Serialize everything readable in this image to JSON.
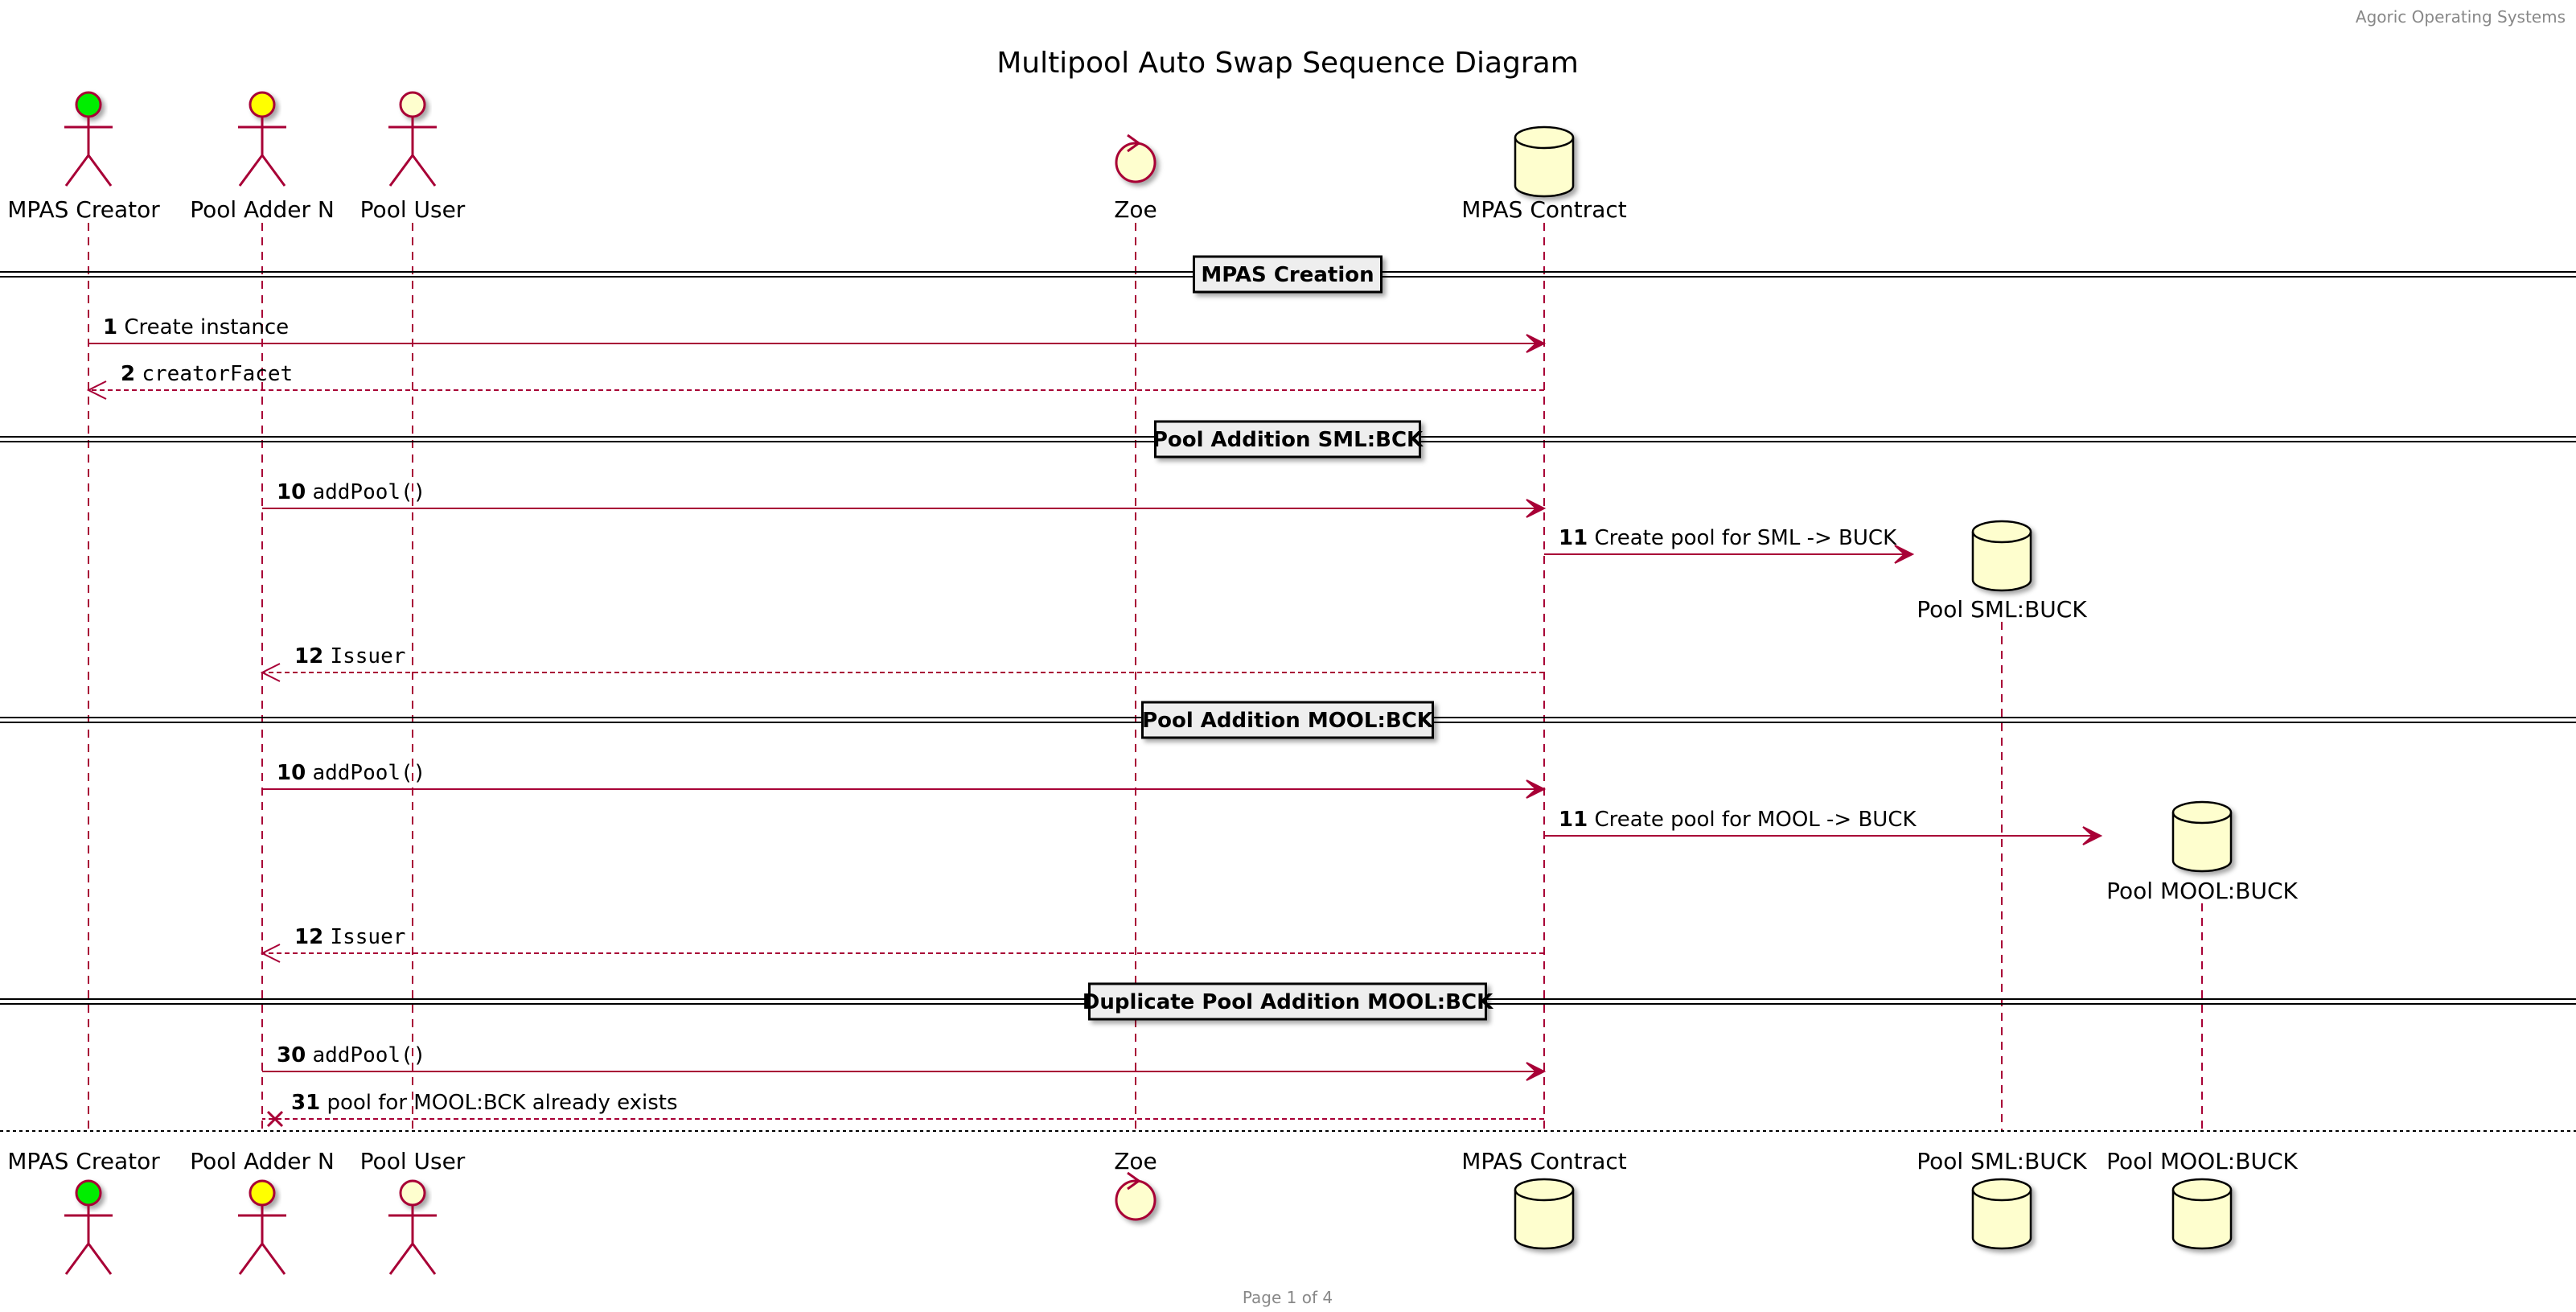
{
  "header": {
    "right_text": "Agoric Operating Systems"
  },
  "title": "Multipool Auto Swap Sequence Diagram",
  "footer": {
    "page_text": "Page 1 of 4"
  },
  "colors": {
    "line": "#A80036",
    "actor_creator_head": "#00EE00",
    "actor_adder_head": "#FFFF00",
    "actor_user_head": "#FEFECE",
    "participant_fill": "#FEFECE",
    "divider_box": "#EEEEEE",
    "text": "#000000",
    "header_text": "#888888"
  },
  "participants": [
    {
      "id": "creator",
      "label": "MPAS Creator",
      "kind": "actor",
      "icon": "actor-icon"
    },
    {
      "id": "adder",
      "label": "Pool Adder N",
      "kind": "actor",
      "icon": "actor-icon"
    },
    {
      "id": "user",
      "label": "Pool User",
      "kind": "actor",
      "icon": "actor-icon"
    },
    {
      "id": "zoe",
      "label": "Zoe",
      "kind": "control",
      "icon": "control-icon"
    },
    {
      "id": "mpas",
      "label": "MPAS Contract",
      "kind": "database",
      "icon": "database-icon"
    },
    {
      "id": "sml",
      "label": "Pool SML:BUCK",
      "kind": "database",
      "icon": "database-icon"
    },
    {
      "id": "mool",
      "label": "Pool MOOL:BUCK",
      "kind": "database",
      "icon": "database-icon"
    }
  ],
  "dividers": [
    {
      "label": "MPAS Creation"
    },
    {
      "label": "Pool Addition SML:BCK"
    },
    {
      "label": "Pool Addition MOOL:BCK"
    },
    {
      "label": "Duplicate Pool Addition MOOL:BCK"
    }
  ],
  "messages": [
    {
      "num": "1",
      "text": "Create instance",
      "mono": false,
      "from": "creator",
      "to": "mpas",
      "kind": "sync"
    },
    {
      "num": "2",
      "text": "creatorFacet",
      "mono": true,
      "from": "mpas",
      "to": "creator",
      "kind": "return"
    },
    {
      "num": "10",
      "text": "addPool()",
      "mono": true,
      "from": "adder",
      "to": "mpas",
      "kind": "sync"
    },
    {
      "num": "11",
      "text": "Create pool for SML -> BUCK",
      "mono": false,
      "from": "mpas",
      "to": "sml",
      "kind": "create"
    },
    {
      "num": "12",
      "text": "Issuer",
      "mono": true,
      "from": "mpas",
      "to": "adder",
      "kind": "return"
    },
    {
      "num": "10",
      "text": "addPool()",
      "mono": true,
      "from": "adder",
      "to": "mpas",
      "kind": "sync"
    },
    {
      "num": "11",
      "text": "Create pool for MOOL -> BUCK",
      "mono": false,
      "from": "mpas",
      "to": "mool",
      "kind": "create"
    },
    {
      "num": "12",
      "text": "Issuer",
      "mono": true,
      "from": "mpas",
      "to": "adder",
      "kind": "return"
    },
    {
      "num": "30",
      "text": "addPool()",
      "mono": true,
      "from": "adder",
      "to": "mpas",
      "kind": "sync"
    },
    {
      "num": "31",
      "text": "pool for MOOL:BCK already exists",
      "mono": false,
      "from": "mpas",
      "to": "adder",
      "kind": "lost"
    }
  ]
}
